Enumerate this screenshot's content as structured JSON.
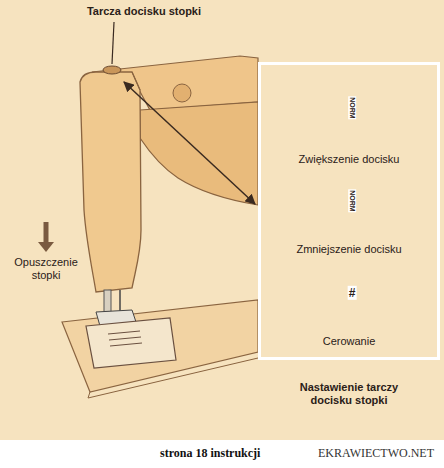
{
  "diagram": {
    "nodes": [
      {
        "text": [
          "Zwiększenie docisku",
          "Zmniejszenie docisku",
          "Cerowanie",
          "Nastawienie tarczy docisku stopki"
        ]
      }
    ],
    "labels": [
      "Tarcza docisku stopki",
      "Opuszczenie stopki",
      "NORM",
      "NORM",
      "#",
      "strona 18 instrukcji",
      "EKRAWIECTWO.NET"
    ]
  }
}
